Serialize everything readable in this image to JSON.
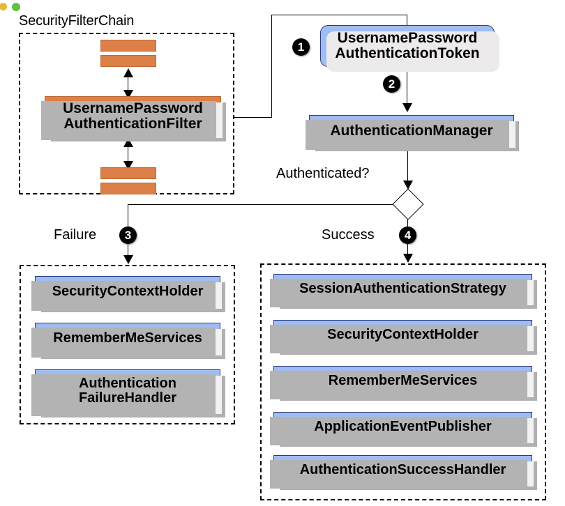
{
  "diagram": {
    "title_visible": false,
    "decorations": {
      "dot_orange_color": "#e8b832",
      "dot_green_color": "#63c23c"
    },
    "colors": {
      "orange_fill": "#dd8047",
      "orange_border": "#b8662f",
      "blue_fill": "#9fbdf2",
      "blue_border": "#2b3a7a",
      "shadow": "#b3b3b3",
      "line": "#000000"
    },
    "groups": {
      "security_filter_chain": {
        "title": "SecurityFilterChain",
        "filter_node": "UsernamePassword\nAuthenticationFilter",
        "filter_node_line1": "UsernamePassword",
        "filter_node_line2": "AuthenticationFilter",
        "bars_above_count": 2,
        "bars_below_count": 2
      },
      "failure_group": {
        "nodes": [
          {
            "label": "SecurityContextHolder"
          },
          {
            "label": "RememberMeServices"
          },
          {
            "label_line1": "Authentication",
            "label_line2": "FailureHandler"
          }
        ]
      },
      "success_group": {
        "nodes": [
          {
            "label": "SessionAuthenticationStrategy"
          },
          {
            "label": "SecurityContextHolder"
          },
          {
            "label": "RememberMeServices"
          },
          {
            "label": "ApplicationEventPublisher"
          },
          {
            "label": "AuthenticationSuccessHandler"
          }
        ]
      }
    },
    "nodes": {
      "token": {
        "line1": "UsernamePassword",
        "line2": "AuthenticationToken"
      },
      "auth_manager": {
        "label": "AuthenticationManager"
      }
    },
    "labels": {
      "authenticated_question": "Authenticated?",
      "failure": "Failure",
      "success": "Success"
    },
    "steps": [
      {
        "number": "1",
        "glyph": "1"
      },
      {
        "number": "2",
        "glyph": "2"
      },
      {
        "number": "3",
        "glyph": "3"
      },
      {
        "number": "4",
        "glyph": "4"
      }
    ]
  }
}
